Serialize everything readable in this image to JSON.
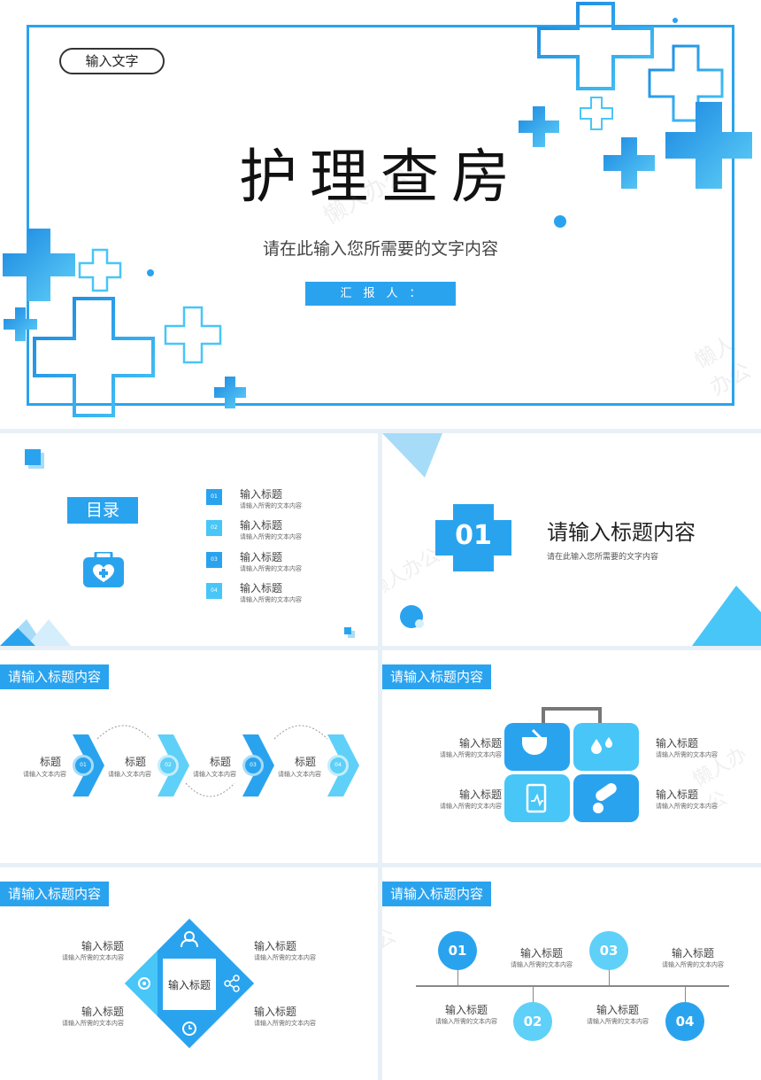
{
  "cover": {
    "tag": "输入文字",
    "title": "护理查房",
    "subtitle": "请在此输入您所需要的文字内容",
    "reporter": "汇　报　人　："
  },
  "toc": {
    "title": "目录",
    "items": [
      {
        "num": "01",
        "title": "输入标题",
        "desc": "请输入所需的文本内容"
      },
      {
        "num": "02",
        "title": "输入标题",
        "desc": "请输入所需的文本内容"
      },
      {
        "num": "03",
        "title": "输入标题",
        "desc": "请输入所需的文本内容"
      },
      {
        "num": "04",
        "title": "输入标题",
        "desc": "请输入所需的文本内容"
      }
    ]
  },
  "section": {
    "num": "01",
    "title": "请输入标题内容",
    "desc": "请在此输入您所需要的文字内容"
  },
  "process": {
    "header": "请输入标题内容",
    "steps": [
      {
        "num": "01",
        "title": "标题",
        "desc": "请输入文本内容"
      },
      {
        "num": "02",
        "title": "标题",
        "desc": "请输入文本内容"
      },
      {
        "num": "03",
        "title": "标题",
        "desc": "请输入文本内容"
      },
      {
        "num": "04",
        "title": "标题",
        "desc": "请输入文本内容"
      }
    ]
  },
  "medkit": {
    "header": "请输入标题内容",
    "items": [
      {
        "title": "输入标题",
        "desc": "请输入所需的文本内容"
      },
      {
        "title": "输入标题",
        "desc": "请输入所需的文本内容"
      },
      {
        "title": "输入标题",
        "desc": "请输入所需的文本内容"
      },
      {
        "title": "输入标题",
        "desc": "请输入所需的文本内容"
      }
    ]
  },
  "diamond": {
    "header": "请输入标题内容",
    "center": "输入标题",
    "items": [
      {
        "title": "输入标题",
        "desc": "请输入所需的文本内容"
      },
      {
        "title": "输入标题",
        "desc": "请输入所需的文本内容"
      },
      {
        "title": "输入标题",
        "desc": "请输入所需的文本内容"
      },
      {
        "title": "输入标题",
        "desc": "请输入所需的文本内容"
      }
    ]
  },
  "timeline": {
    "header": "请输入标题内容",
    "items": [
      {
        "num": "01",
        "title": "输入标题",
        "desc": "请输入所需的文本内容"
      },
      {
        "num": "02",
        "title": "输入标题",
        "desc": "请输入所需的文本内容"
      },
      {
        "num": "03",
        "title": "输入标题",
        "desc": "请输入所需的文本内容"
      },
      {
        "num": "04",
        "title": "输入标题",
        "desc": "请输入所需的文本内容"
      }
    ]
  },
  "watermark": "懒人办公",
  "colors": {
    "primary": "#2aa3ef",
    "light": "#5fd0f8",
    "dark": "#1a86e0"
  }
}
